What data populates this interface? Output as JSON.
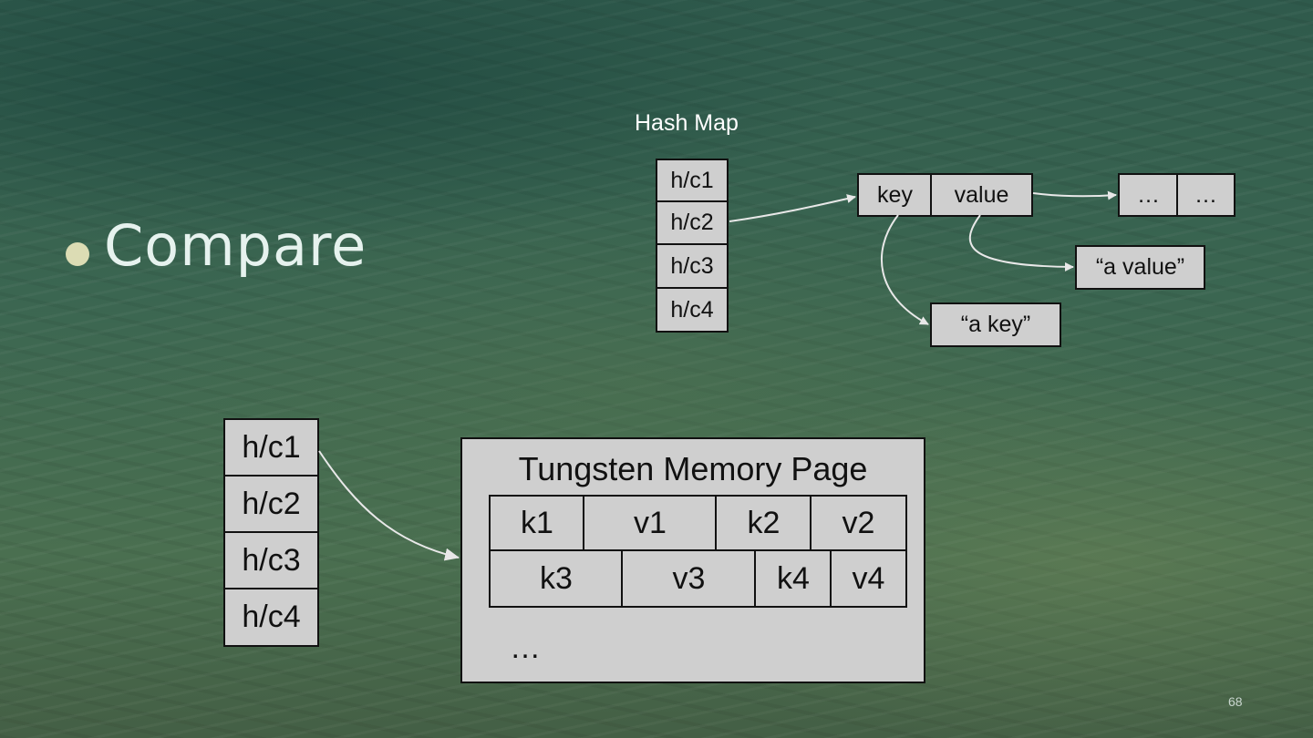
{
  "slide": {
    "heading": "Compare",
    "page_number": "68"
  },
  "hash_map": {
    "title": "Hash Map",
    "buckets": [
      "h/c1",
      "h/c2",
      "h/c3",
      "h/c4"
    ],
    "entry_key": "key",
    "entry_value": "value",
    "next_entry": [
      "…",
      "…"
    ],
    "key_object": "“a key”",
    "value_object": "“a value”"
  },
  "tungsten": {
    "buckets": [
      "h/c1",
      "h/c2",
      "h/c3",
      "h/c4"
    ],
    "page_title": "Tungsten Memory Page",
    "row1": [
      "k1",
      "v1",
      "k2",
      "v2"
    ],
    "row2": [
      "k3",
      "v3",
      "k4",
      "v4"
    ],
    "ellipsis": "…"
  },
  "colors": {
    "cell_fill": "#cfcfcf",
    "arrow": "#e8e8e8",
    "heading": "#e6f2ee",
    "bullet": "#dcdcb4"
  }
}
